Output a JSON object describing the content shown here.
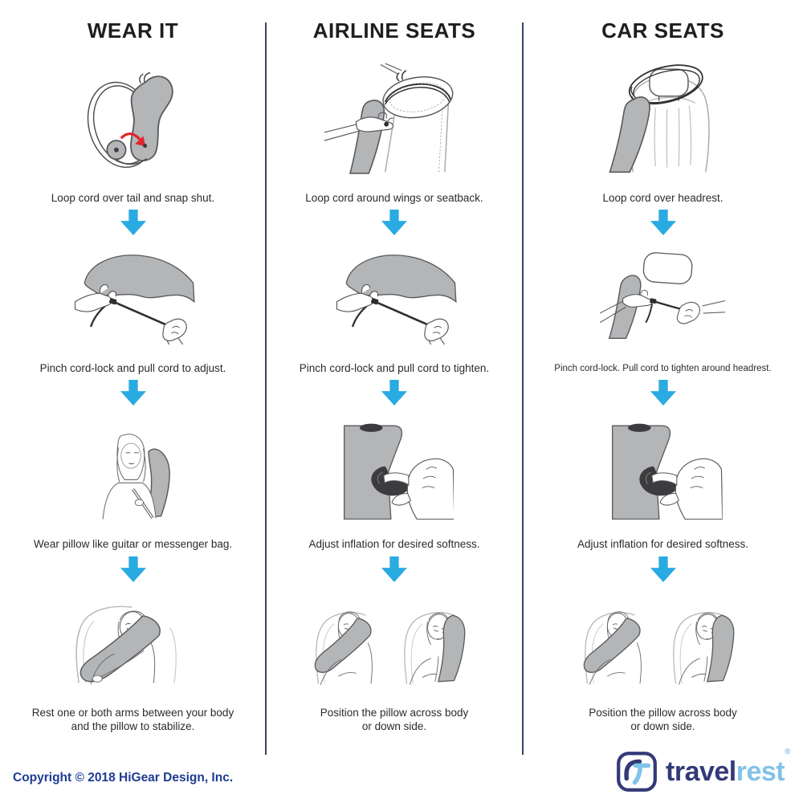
{
  "columns": [
    {
      "header": "WEAR IT",
      "steps": [
        {
          "caption": "Loop cord over tail and snap shut.",
          "alt": "Gray pillow with cord looped over its tail and a red snap arrow"
        },
        {
          "caption": "Pinch cord-lock and pull cord to adjust.",
          "alt": "Hands pinching cord-lock under pillow and pulling cord"
        },
        {
          "caption": "Wear pillow like guitar or messenger bag.",
          "alt": "Woman wearing pillow over shoulder like a messenger bag"
        },
        {
          "caption": "Rest one or both arms between your body\nand the pillow to stabilize.",
          "alt": "Woman resting with pillow across body and arm between"
        }
      ]
    },
    {
      "header": "AIRLINE SEATS",
      "steps": [
        {
          "caption": "Loop cord around wings or seatback.",
          "alt": "Hands looping cord around airline seat wings"
        },
        {
          "caption": "Pinch cord-lock and pull cord to tighten.",
          "alt": "Hands pinching cord-lock under pillow and pulling cord"
        },
        {
          "caption": "Adjust inflation for desired softness.",
          "alt": "Hand pinching dark inflation valve on pillow"
        },
        {
          "caption": "Position the pillow across body\nor down side.",
          "alt": "Two seated women with pillow across body or down side"
        }
      ]
    },
    {
      "header": "CAR SEATS",
      "steps": [
        {
          "caption": "Loop cord over headrest.",
          "alt": "Cord looped over car seat headrest with pillow hanging"
        },
        {
          "caption": "Pinch cord-lock. Pull cord to tighten around headrest.",
          "alt": "Hands pinching cord-lock beside car headrest"
        },
        {
          "caption": "Adjust inflation for desired softness.",
          "alt": "Hand pinching dark inflation valve on pillow"
        },
        {
          "caption": "Position the pillow across body\nor down side.",
          "alt": "Two seated women with pillow across body or down side"
        }
      ]
    }
  ],
  "footer": {
    "copyright": "Copyright © 2018 HiGear Design, Inc.",
    "logo": {
      "word_primary": "travel",
      "word_secondary": "rest",
      "registered_mark": "®"
    }
  },
  "colors": {
    "arrow_blue": "#29abe2",
    "divider_navy": "#3a4565",
    "pillow_gray": "#b3b5b7",
    "pillow_outline": "#58595b",
    "valve_dark": "#3c3c3e",
    "snap_red": "#e1262d",
    "copyright_blue": "#1d3c92",
    "logo_navy": "#333a78",
    "logo_lightblue": "#82c2e8"
  }
}
